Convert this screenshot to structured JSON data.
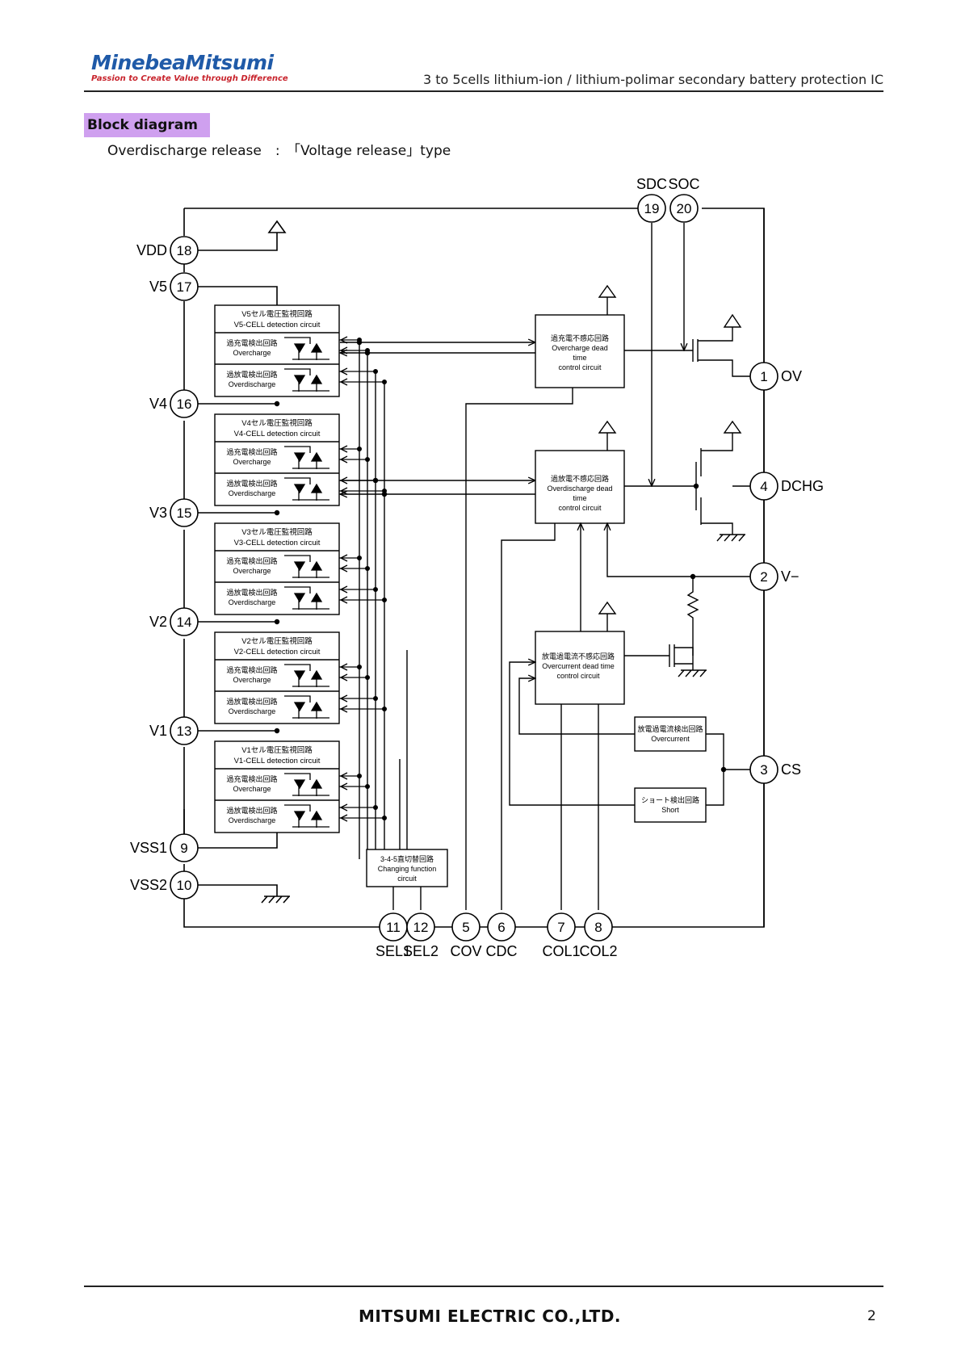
{
  "header": {
    "logo_name": "MinebeaMitsumi",
    "logo_tagline": "Passion to Create Value through Difference",
    "doc_title": "3 to 5cells lithium-ion / lithium-polimar secondary battery protection IC"
  },
  "section": {
    "heading": "Block diagram",
    "subtitle": "Overdischarge release　:　「Voltage release」type"
  },
  "pins": {
    "p18": {
      "num": "18",
      "label": "VDD"
    },
    "p17": {
      "num": "17",
      "label": "V5"
    },
    "p16": {
      "num": "16",
      "label": "V4"
    },
    "p15": {
      "num": "15",
      "label": "V3"
    },
    "p14": {
      "num": "14",
      "label": "V2"
    },
    "p13": {
      "num": "13",
      "label": "V1"
    },
    "p9": {
      "num": "9",
      "label": "VSS1"
    },
    "p10": {
      "num": "10",
      "label": "VSS2"
    },
    "p19": {
      "num": "19",
      "label": "SDC"
    },
    "p20": {
      "num": "20",
      "label": "SOC"
    },
    "p1": {
      "num": "1",
      "label": "OV"
    },
    "p4": {
      "num": "4",
      "label": "DCHG"
    },
    "p2": {
      "num": "2",
      "label": "V−"
    },
    "p3": {
      "num": "3",
      "label": "CS"
    },
    "p11": {
      "num": "11",
      "label": "SEL1"
    },
    "p12": {
      "num": "12",
      "label": "SEL2"
    },
    "p5": {
      "num": "5",
      "label": "COV"
    },
    "p6": {
      "num": "6",
      "label": "CDC"
    },
    "p7": {
      "num": "7",
      "label": "COL1"
    },
    "p8": {
      "num": "8",
      "label": "COL2"
    }
  },
  "cells": {
    "v5": {
      "jp": "V5セル電圧監視回路",
      "en": "V5-CELL  detection  circuit"
    },
    "v4": {
      "jp": "V4セル電圧監視回路",
      "en": "V4-CELL  detection  circuit"
    },
    "v3": {
      "jp": "V3セル電圧監視回路",
      "en": "V3-CELL  detection  circuit"
    },
    "v2": {
      "jp": "V2セル電圧監視回路",
      "en": "V2-CELL  detection  circuit"
    },
    "v1": {
      "jp": "V1セル電圧監視回路",
      "en": "V1-CELL  detection  circuit"
    }
  },
  "subblocks": {
    "oc_jp": "過充電検出回路",
    "oc_en": "Overcharge",
    "od_jp": "過放電検出回路",
    "od_en": "Overdischarge"
  },
  "blocks": {
    "oc_dead": {
      "jp": "過充電不感応回路",
      "en1": "Overcharge dead",
      "en2": "time",
      "en3": "control circuit"
    },
    "od_dead": {
      "jp": "過放電不感応回路",
      "en1": "Overdischarge dead",
      "en2": "time",
      "en3": "control circuit"
    },
    "ocur_dead": {
      "jp": "放電過電流不感応回路",
      "en1": "Overcurrent dead time",
      "en2": "control circuit"
    },
    "ocur_det": {
      "jp": "放電過電流検出回路",
      "en": "Overcurrent"
    },
    "short_det": {
      "jp": "ショート検出回路",
      "en": "Short"
    },
    "switch": {
      "jp": "3-4-5直切替回路",
      "en1": "Changing function",
      "en2": "circuit"
    }
  },
  "footer": {
    "company": "MITSUMI ELECTRIC CO.,LTD.",
    "page": "2"
  }
}
